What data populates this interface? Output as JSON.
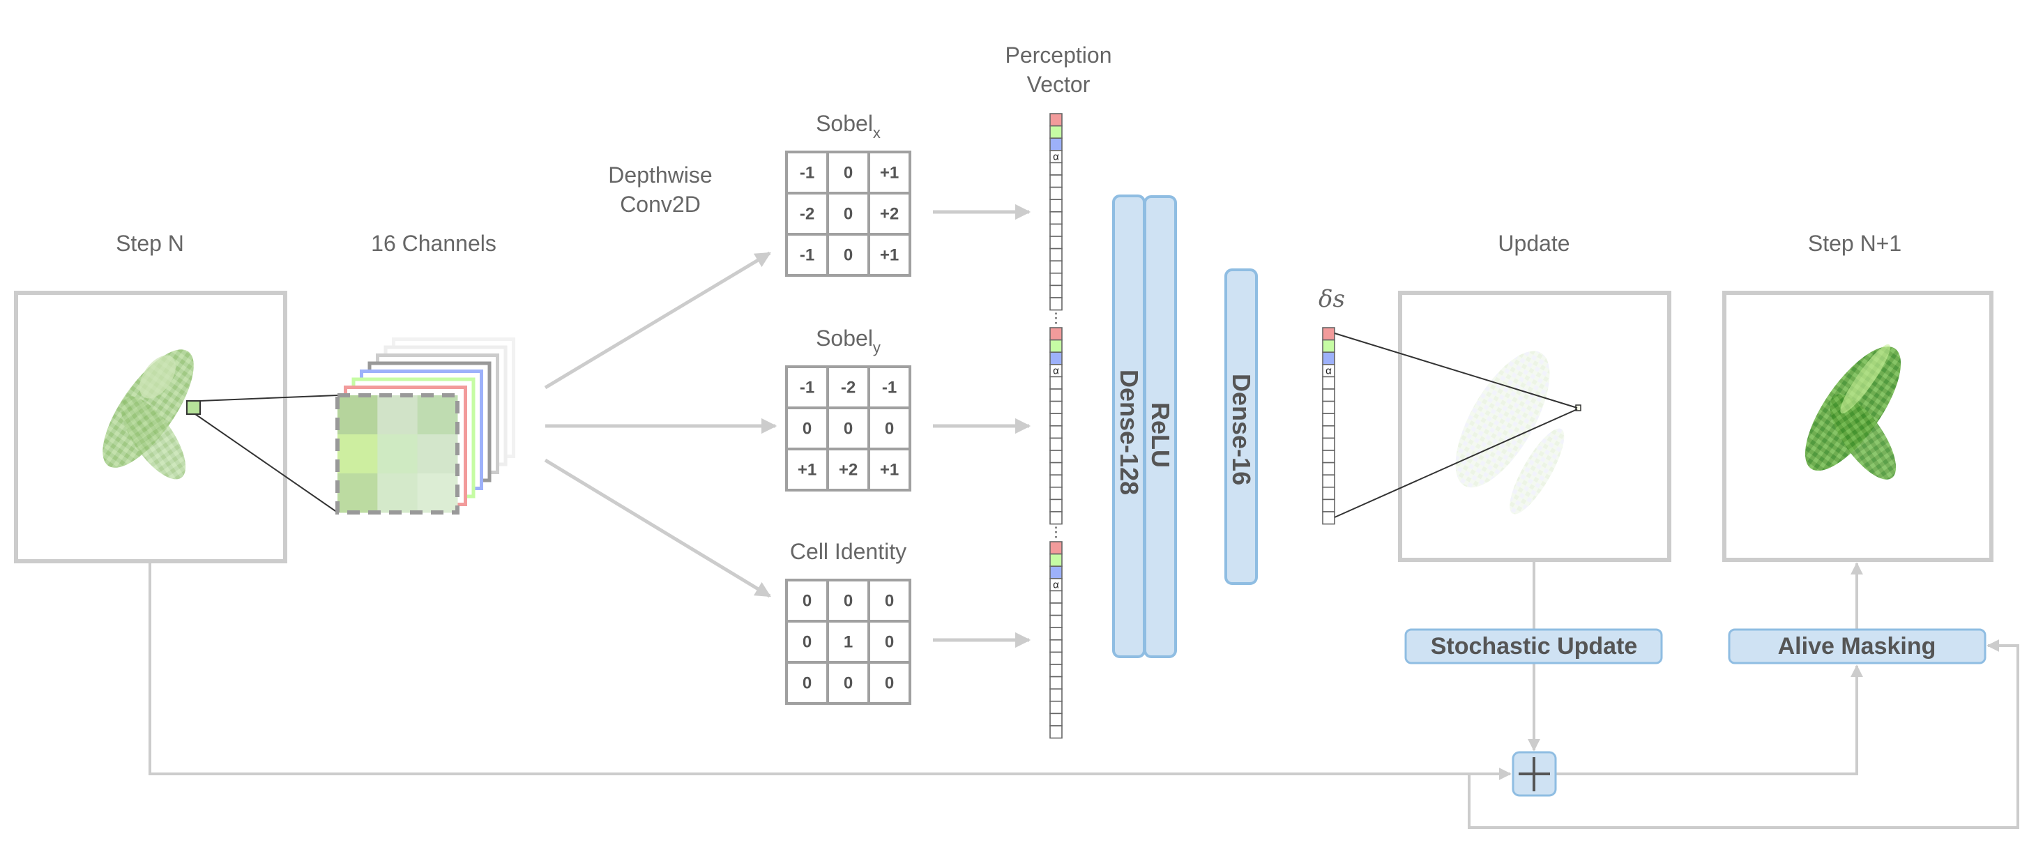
{
  "titles": {
    "step_n": "Step N",
    "channels": "16 Channels",
    "depthwise_line1": "Depthwise",
    "depthwise_line2": "Conv2D",
    "perception_line1": "Perception",
    "perception_line2": "Vector",
    "update": "Update",
    "step_n1": "Step N+1",
    "delta_s": "δs"
  },
  "filters": [
    {
      "name": "Sobel",
      "subscript": "x",
      "values": [
        [
          "-1",
          "0",
          "+1"
        ],
        [
          "-2",
          "0",
          "+2"
        ],
        [
          "-1",
          "0",
          "+1"
        ]
      ]
    },
    {
      "name": "Sobel",
      "subscript": "y",
      "values": [
        [
          "-1",
          "-2",
          "-1"
        ],
        [
          "0",
          "0",
          "0"
        ],
        [
          "+1",
          "+2",
          "+1"
        ]
      ]
    },
    {
      "name": "Cell Identity",
      "subscript": "",
      "values": [
        [
          "0",
          "0",
          "0"
        ],
        [
          "0",
          "1",
          "0"
        ],
        [
          "0",
          "0",
          "0"
        ]
      ]
    }
  ],
  "vector": {
    "alpha_label": "α",
    "cells_per_group": 16,
    "channel_colors": [
      "#f29b9b",
      "#c6fca4",
      "#9db1fa"
    ],
    "ellipsis": "⋮"
  },
  "layers": {
    "dense128": "Dense-128",
    "relu": "ReLU",
    "dense16": "Dense-16"
  },
  "operations": {
    "stochastic_update": "Stochastic Update",
    "alive_masking": "Alive Masking",
    "add_symbol": "plus-icon"
  },
  "channel_stack_colors": [
    "#f29b9b",
    "#c6fca4",
    "#9db1fa",
    "#999999",
    "#cccccc",
    "#eeeeee",
    "#f2f2f2"
  ],
  "kernel_patch_colors": [
    [
      "#b5d49c",
      "#d1e3c8",
      "#bfdcb1"
    ],
    [
      "#cdeea0",
      "#cfeac2",
      "#d3e6cb"
    ],
    [
      "#bcdba1",
      "#d4e9ca",
      "#dcedd4"
    ]
  ],
  "colors": {
    "line": "#cccccc",
    "box_fill": "#cfe2f3",
    "box_stroke": "#8fbde2",
    "text": "#666666"
  }
}
